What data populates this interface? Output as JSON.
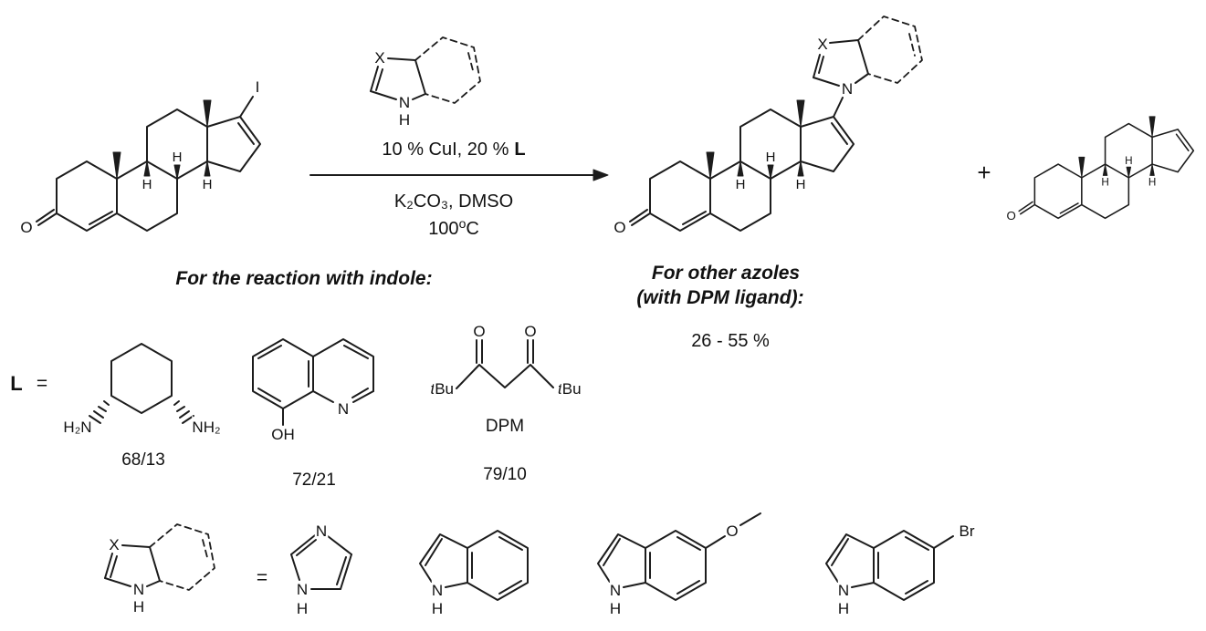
{
  "conditions": {
    "reagents": "10 % CuI, 20 %",
    "ligand": "L",
    "base": "K₂CO₃, DMSO",
    "temp_base": "100",
    "temp_sup": "o",
    "temp_unit": "C"
  },
  "captions": {
    "indole": "For the reaction with indole:",
    "azoles_line1": "For other azoles",
    "azoles_line2": "(with DPM ligand):",
    "azoles_yield": "26 - 55 %",
    "plus": "+"
  },
  "ligands": {
    "label": "L",
    "equals": "=",
    "dach": {
      "left": "H₂N",
      "right": "NH₂",
      "yield": "68/13"
    },
    "quinolinol": {
      "n": "N",
      "oh": "OH",
      "yield": "72/21"
    },
    "dpm": {
      "t": "t",
      "bu": "Bu",
      "o": "O",
      "name": "DPM",
      "yield": "79/10"
    }
  },
  "azoles": {
    "x": "X",
    "n": "N",
    "h": "H",
    "equals": "=",
    "methoxy_o": "O",
    "bromo": "Br"
  },
  "steroid": {
    "o": "O",
    "h": "H",
    "iodide": "I",
    "n": "N"
  }
}
